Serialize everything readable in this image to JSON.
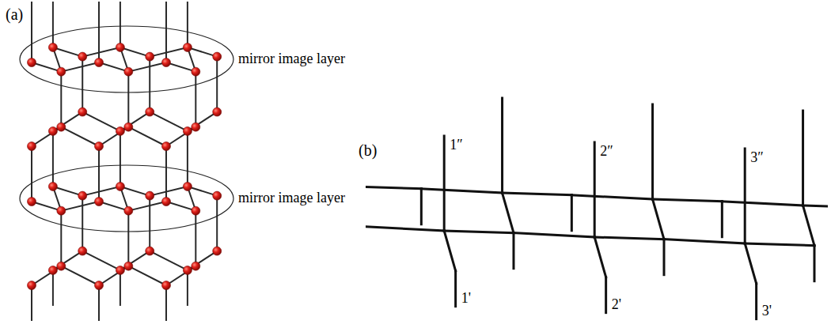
{
  "diagram": {
    "labels": [
      "(a)",
      "mirror image layer",
      "mirror image layer",
      "(b)",
      "1″",
      "2″",
      "3″",
      "1'",
      "2'",
      "3'"
    ]
  }
}
